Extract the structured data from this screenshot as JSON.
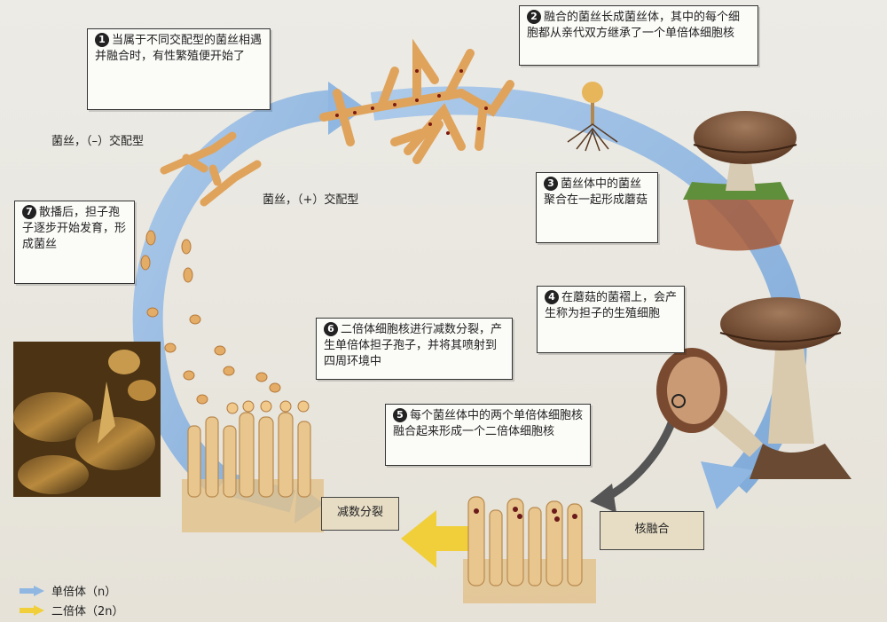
{
  "colors": {
    "haploid_arrow": "#8fb7e2",
    "diploid_arrow": "#f0cf3a",
    "callout_border": "#333333",
    "process_box": "#e7ddc5"
  },
  "callouts": {
    "c1": {
      "num": "1",
      "text": "当属于不同交配型的菌丝相遇并融合时，有性繁殖便开始了"
    },
    "c2": {
      "num": "2",
      "text": "融合的菌丝长成菌丝体，其中的每个细胞都从亲代双方继承了一个单倍体细胞核"
    },
    "c3": {
      "num": "3",
      "text": "菌丝体中的菌丝聚合在一起形成蘑菇"
    },
    "c4": {
      "num": "4",
      "text": "在蘑菇的菌褶上，会产生称为担子的生殖细胞"
    },
    "c5": {
      "num": "5",
      "text": "每个菌丝体中的两个单倍体细胞核融合起来形成一个二倍体细胞核"
    },
    "c6": {
      "num": "6",
      "text": "二倍体细胞核进行减数分裂，产生单倍体担子孢子，并将其喷射到四周环境中"
    },
    "c7": {
      "num": "7",
      "text": "散播后，担子孢子逐步开始发育，形成菌丝"
    }
  },
  "labels": {
    "minus_mating": "菌丝，（–）交配型",
    "plus_mating": "菌丝，（+）交配型"
  },
  "process": {
    "meiosis": "减数分裂",
    "karyogamy": "核融合"
  },
  "legend": {
    "haploid": "单倍体（n）",
    "diploid": "二倍体（2n）"
  },
  "icons": [
    "mushroom-icon",
    "hypha-icon",
    "basidium-icon",
    "spore-icon"
  ]
}
